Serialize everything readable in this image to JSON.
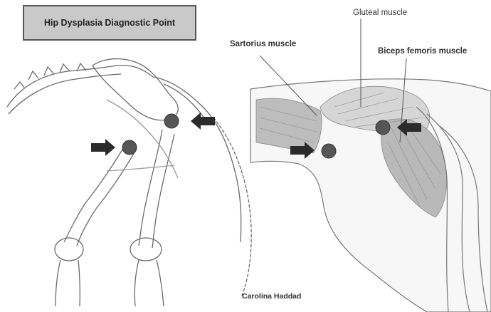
{
  "title": "Hip Dysplasia Diagnostic Point",
  "labels": {
    "gluteal": "Gluteal muscle",
    "sartorius": "Sartorius muscle",
    "biceps": "Biceps femoris muscle"
  },
  "credit": "Carolina Haddad",
  "colors": {
    "marker": "#565656",
    "arrow": "#2b2b2b",
    "line": "#555555",
    "titleBg": "#c9c9c9"
  }
}
